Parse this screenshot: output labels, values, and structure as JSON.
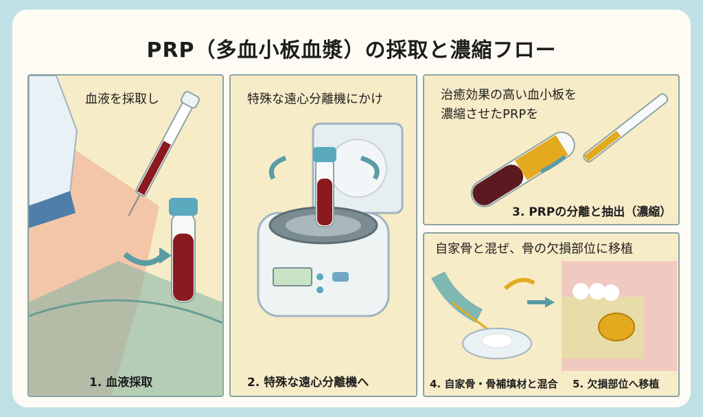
{
  "title": "PRP（多血小板血漿）の採取と濃縮フロー",
  "colors": {
    "background": "#bfe1e6",
    "panel": "#f7ecc8",
    "panel_border": "#8aa4a3",
    "blood": "#8a1a1f",
    "plasma": "#e3a91f",
    "cap": "#5aa9bd",
    "arrow": "#5a9ca4"
  },
  "panels": [
    {
      "caption": "血液を採取し",
      "label": "1. 血液採取"
    },
    {
      "caption": "特殊な遠心分離機にかけ",
      "label": "2. 特殊な遠心分離機へ"
    },
    {
      "caption_lines": [
        "治癒効果の高い血小板を",
        "濃縮させたPRPを"
      ],
      "label": "3. PRPの分離と抽出（濃縮）"
    },
    {
      "caption": "自家骨と混ぜ、骨の欠損部位に移植",
      "label_left": "4. 自家骨・骨補填材と混合",
      "label_right": "5. 欠損部位へ移植"
    }
  ]
}
